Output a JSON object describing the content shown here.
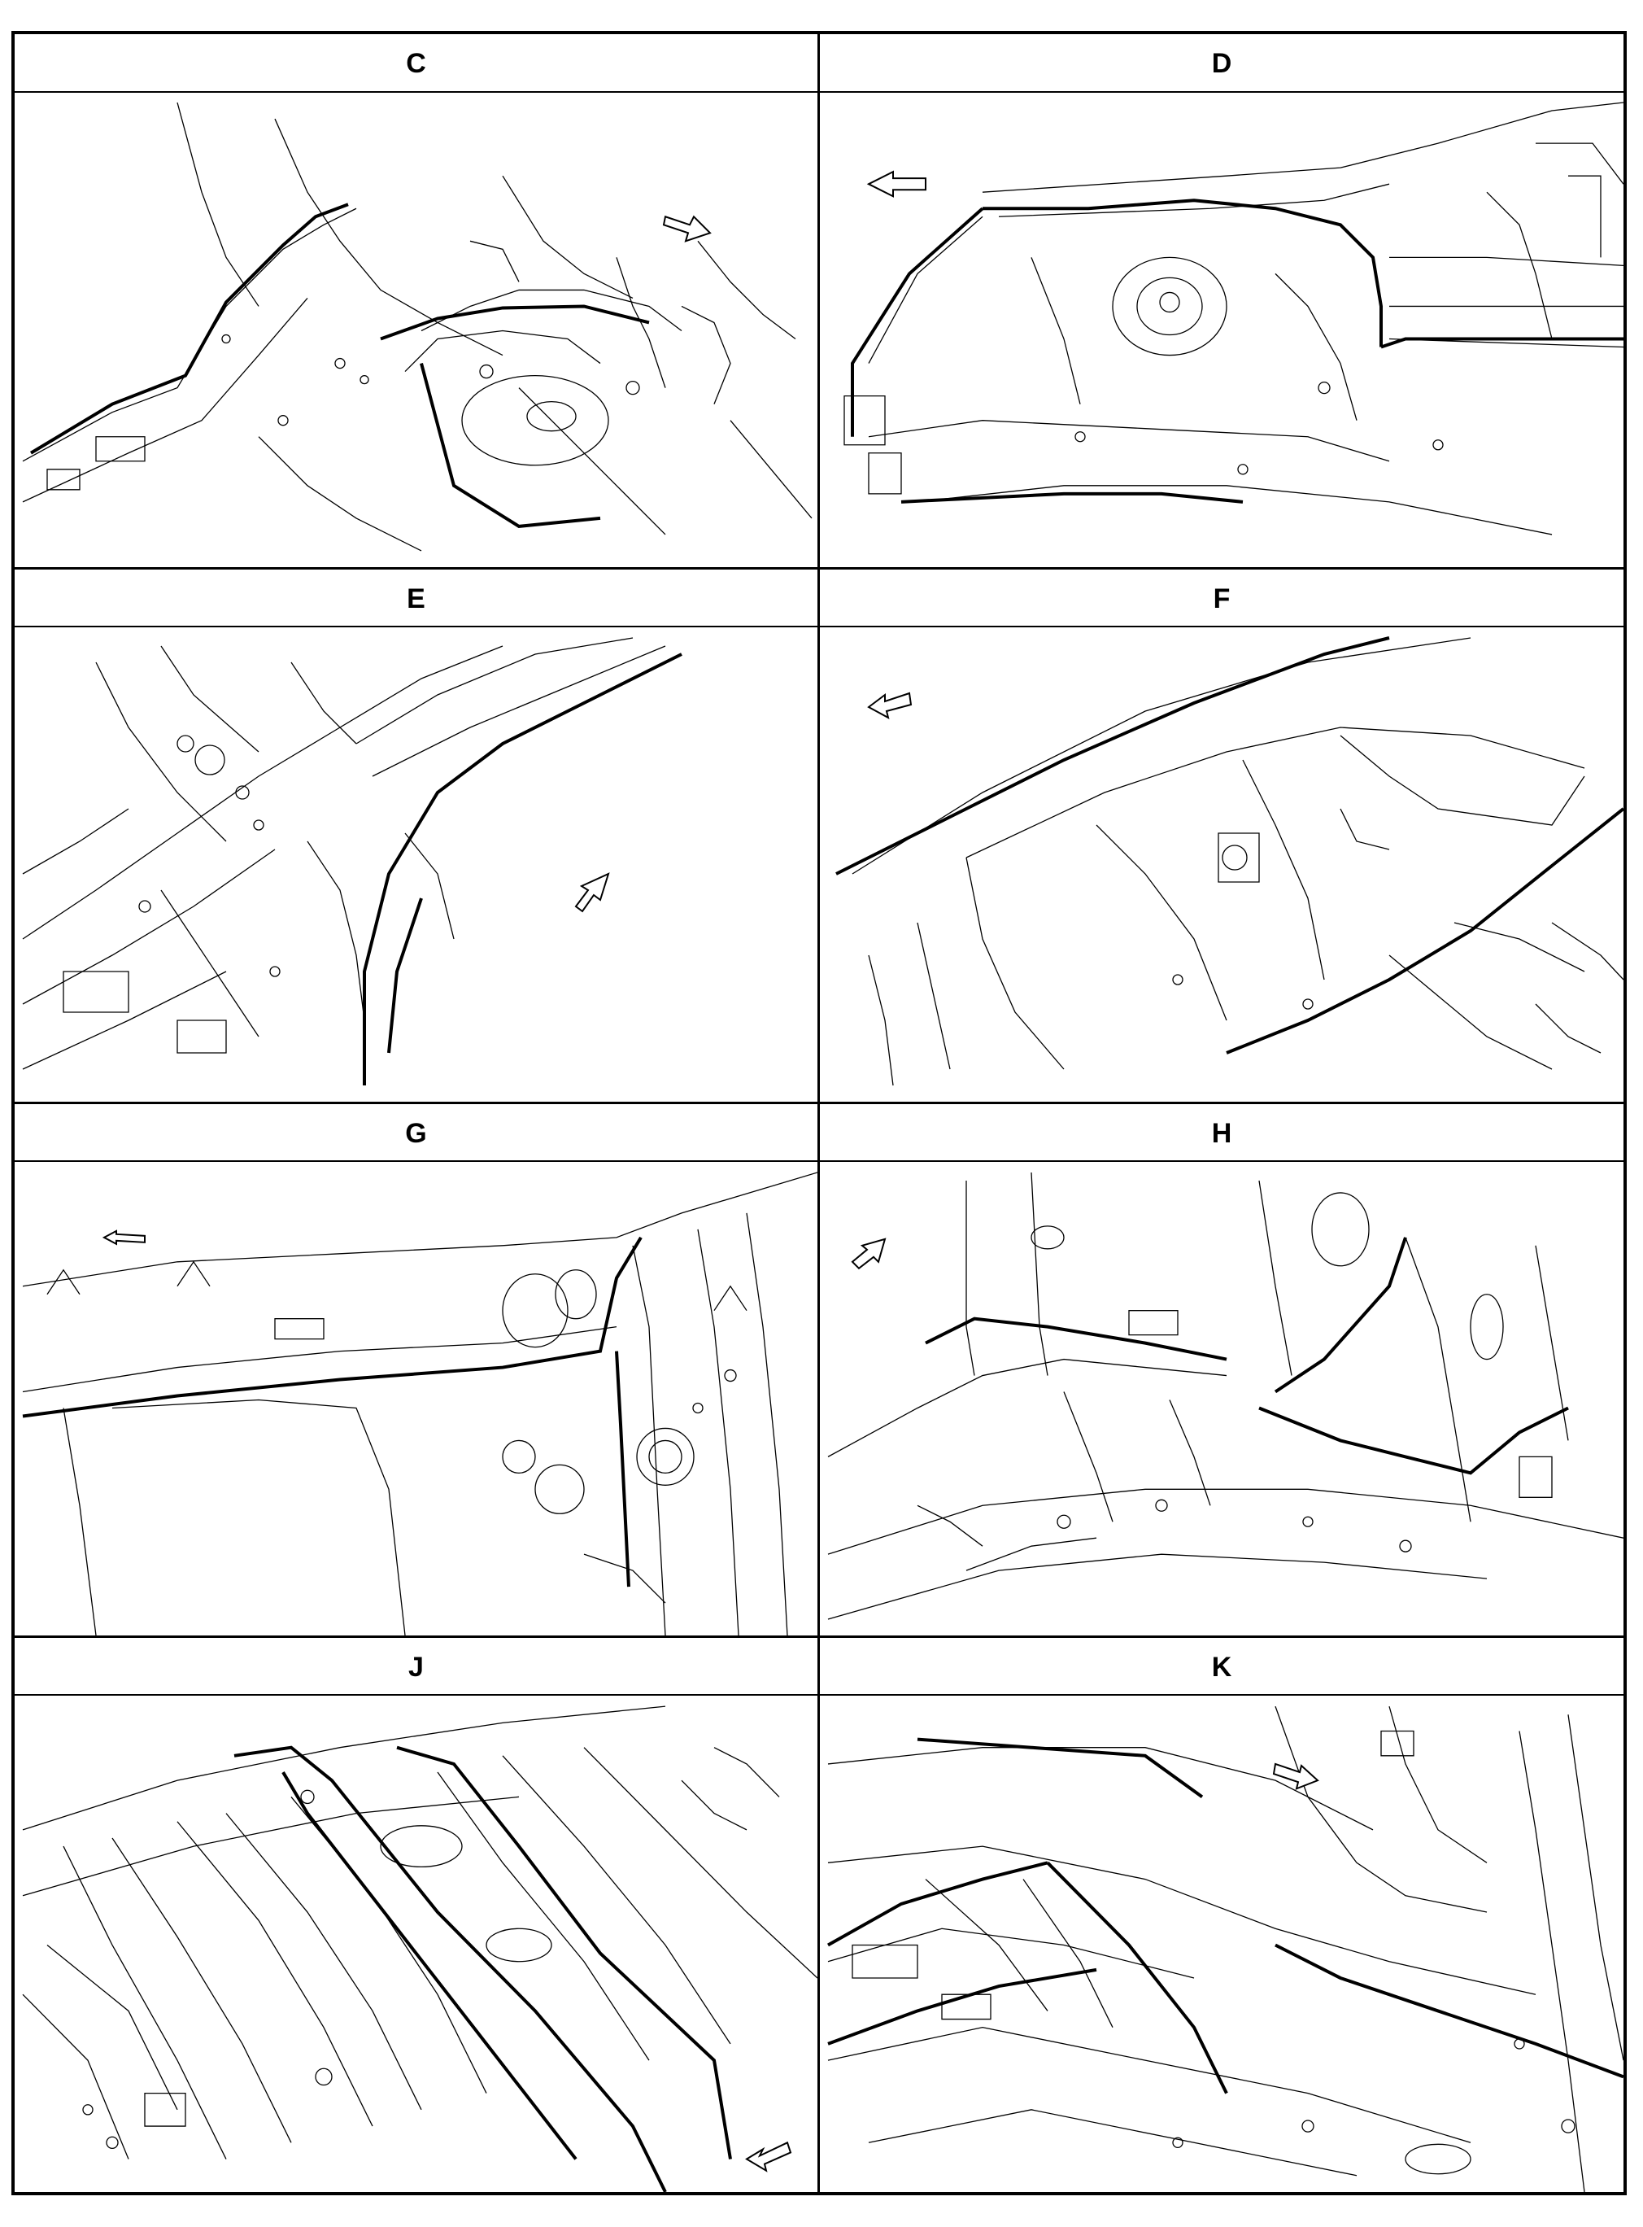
{
  "panels": [
    {
      "id": "C",
      "label": "C",
      "arrow_dir": "down-right"
    },
    {
      "id": "D",
      "label": "D",
      "arrow_dir": "left"
    },
    {
      "id": "E",
      "label": "E",
      "arrow_dir": "up-right"
    },
    {
      "id": "F",
      "label": "F",
      "arrow_dir": "down-left"
    },
    {
      "id": "G",
      "label": "G",
      "arrow_dir": "left-small"
    },
    {
      "id": "H",
      "label": "H",
      "arrow_dir": "up-right"
    },
    {
      "id": "J",
      "label": "J",
      "arrow_dir": "down-left"
    },
    {
      "id": "K",
      "label": "K",
      "arrow_dir": "down-right"
    }
  ],
  "colors": {
    "line": "#000000",
    "background": "#ffffff"
  },
  "diagram_type": "vehicle body sealant application views"
}
